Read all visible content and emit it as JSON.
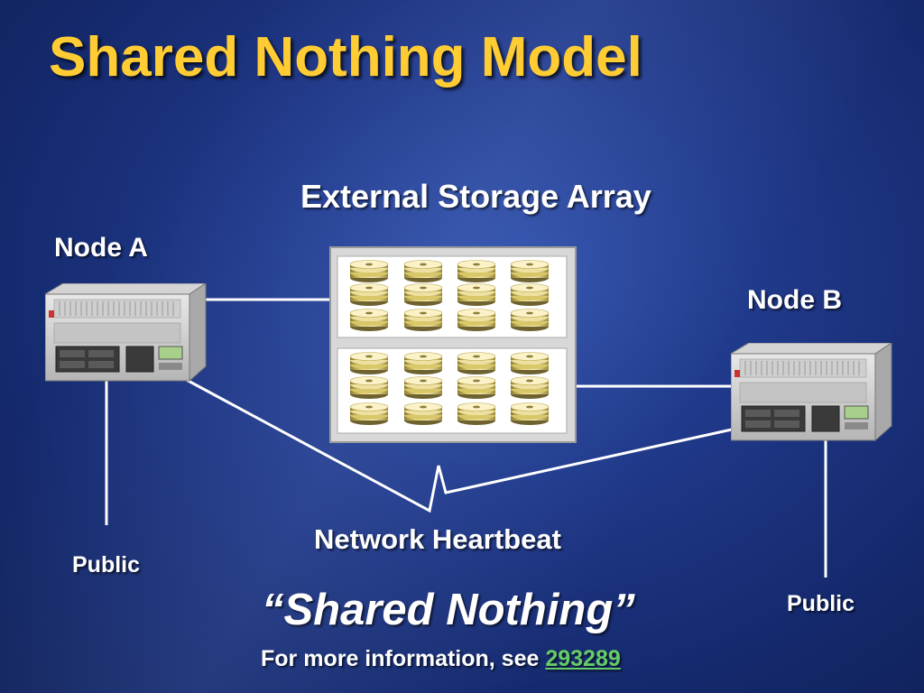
{
  "slide": {
    "title": "Shared Nothing Model",
    "storage_label": "External Storage Array",
    "node_a_label": "Node A",
    "node_b_label": "Node B",
    "heartbeat_label": "Network Heartbeat",
    "public_a_label": "Public",
    "public_b_label": "Public",
    "tagline": "“Shared Nothing”",
    "more_info_prefix": "For more information, see ",
    "more_info_link": "293289"
  },
  "colors": {
    "title": "#ffcc33",
    "text": "#ffffff",
    "link": "#66cc66",
    "background": "#1c3580"
  },
  "icons": {
    "server": "server-icon",
    "disk": "disk-stack-icon"
  }
}
